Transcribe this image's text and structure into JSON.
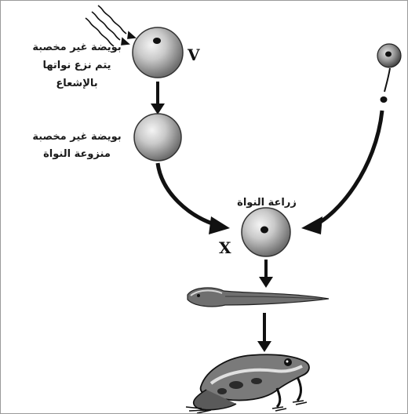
{
  "labels": {
    "egg_irradiated_line1": "بويضة غير مخصبة",
    "egg_irradiated_line2": "يتم نزع نواتها",
    "egg_irradiated_line3": "بالإشعاع",
    "egg_enucleated_line1": "بويضة غير مخصبة",
    "egg_enucleated_line2": "منزوعة النواة",
    "nucleus_transplant": "زراعة النواة"
  },
  "letters": {
    "v": "V",
    "x": "X"
  },
  "colors": {
    "ink": "#111111",
    "cell_light": "#e6e6e6",
    "cell_dark": "#7a7a7a"
  },
  "icons": [
    "radiation-wavy-lines",
    "egg-cell",
    "donor-cell",
    "tadpole",
    "frog"
  ]
}
